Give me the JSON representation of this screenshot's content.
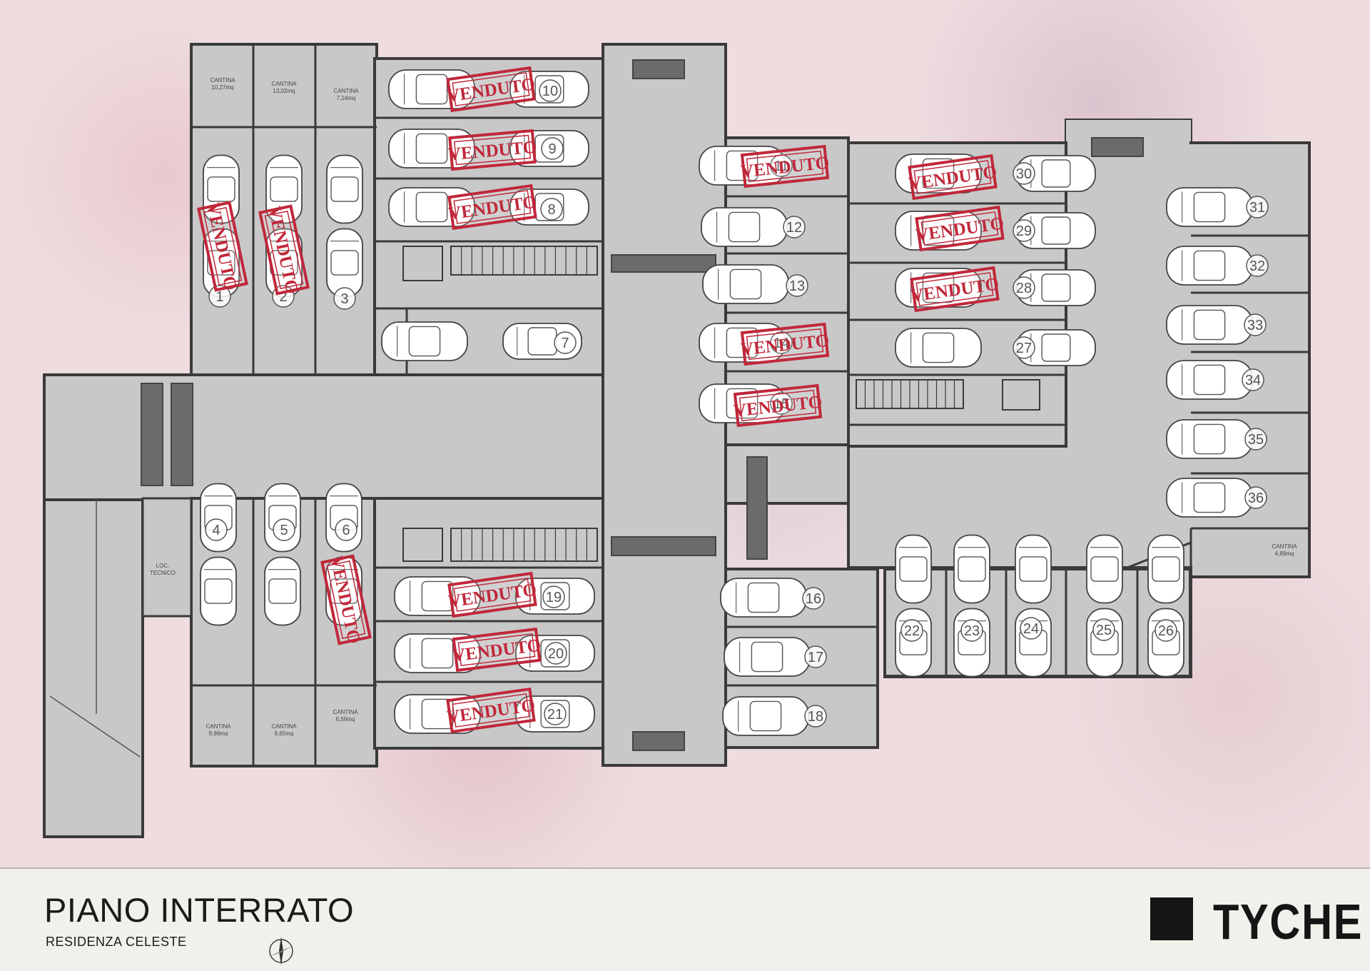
{
  "footer": {
    "title": "PIANO INTERRATO",
    "subtitle": "RESIDENZA CELESTE",
    "logo": "TYCHE"
  },
  "stamp_text": "VENDUTO",
  "cantine": [
    {
      "id": "c1",
      "label": "CANTINA",
      "area": "10,27mq"
    },
    {
      "id": "c2",
      "label": "CANTINA",
      "area": "13,02mq"
    },
    {
      "id": "c3",
      "label": "CANTINA",
      "area": "7,14mq"
    },
    {
      "id": "c4",
      "label": "CANTINA",
      "area": "9,99mq"
    },
    {
      "id": "c5",
      "label": "CANTINA",
      "area": "9,65mq"
    },
    {
      "id": "c6",
      "label": "CANTINA",
      "area": "6,59mq"
    },
    {
      "id": "c7",
      "label": "CANTINA",
      "area": "4,89mq"
    },
    {
      "id": "c8",
      "label": "LOC.",
      "area": "TECNICO"
    }
  ],
  "spaces": [
    {
      "number": "1",
      "sold": true
    },
    {
      "number": "2",
      "sold": true
    },
    {
      "number": "3",
      "sold": false
    },
    {
      "number": "4",
      "sold": false
    },
    {
      "number": "5",
      "sold": false
    },
    {
      "number": "6",
      "sold": true
    },
    {
      "number": "7",
      "sold": false
    },
    {
      "number": "8",
      "sold": true
    },
    {
      "number": "9",
      "sold": true
    },
    {
      "number": "10",
      "sold": true
    },
    {
      "number": "11",
      "sold": true
    },
    {
      "number": "12",
      "sold": false
    },
    {
      "number": "13",
      "sold": false
    },
    {
      "number": "14",
      "sold": true
    },
    {
      "number": "15",
      "sold": true
    },
    {
      "number": "16",
      "sold": false
    },
    {
      "number": "17",
      "sold": false
    },
    {
      "number": "18",
      "sold": false
    },
    {
      "number": "19",
      "sold": true
    },
    {
      "number": "20",
      "sold": true
    },
    {
      "number": "21",
      "sold": true
    },
    {
      "number": "22",
      "sold": false
    },
    {
      "number": "23",
      "sold": false
    },
    {
      "number": "24",
      "sold": false
    },
    {
      "number": "25",
      "sold": false
    },
    {
      "number": "26",
      "sold": false
    },
    {
      "number": "27",
      "sold": false
    },
    {
      "number": "28",
      "sold": true
    },
    {
      "number": "29",
      "sold": true
    },
    {
      "number": "30",
      "sold": true
    },
    {
      "number": "31",
      "sold": false
    },
    {
      "number": "32",
      "sold": false
    },
    {
      "number": "33",
      "sold": false
    },
    {
      "number": "34",
      "sold": false
    },
    {
      "number": "35",
      "sold": false
    },
    {
      "number": "36",
      "sold": false
    }
  ],
  "colors": {
    "floor": "#c8c8c8",
    "wall": "#3a3a3a",
    "stamp": "#c0283a",
    "car": "#ffffff",
    "vent": "#6b6b6b"
  }
}
